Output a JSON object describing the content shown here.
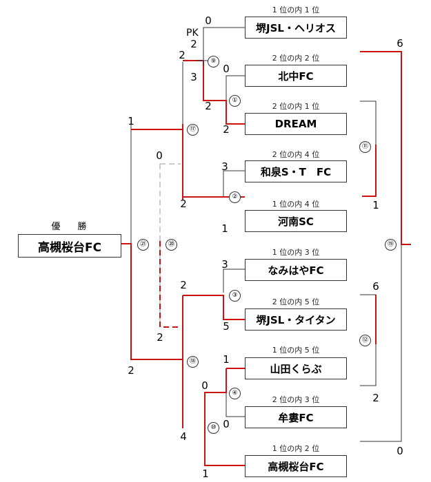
{
  "champion": {
    "label": "優　勝",
    "team": "高槻桜台FC"
  },
  "teams": [
    {
      "seed": "1 位の内 1 位",
      "name": "堺JSL・ヘリオス"
    },
    {
      "seed": "2 位の内 2 位",
      "name": "北中FC"
    },
    {
      "seed": "2 位の内 1 位",
      "name": "DREAM"
    },
    {
      "seed": "2 位の内 4 位",
      "name": "和泉S・T　FC"
    },
    {
      "seed": "1 位の内 4 位",
      "name": "河南SC"
    },
    {
      "seed": "1 位の内 3 位",
      "name": "なみはやFC"
    },
    {
      "seed": "2 位の内 5 位",
      "name": "堺JSL・タイタン"
    },
    {
      "seed": "1 位の内 5 位",
      "name": "山田くらぶ"
    },
    {
      "seed": "2 位の内 3 位",
      "name": "牟婁FC"
    },
    {
      "seed": "1 位の内 2 位",
      "name": "高槻桜台FC"
    }
  ],
  "pk_label": "PK",
  "scores": [
    "0",
    "2",
    "2",
    "3",
    "0",
    "2",
    "1",
    "2",
    "0",
    "3",
    "2",
    "1",
    "3",
    "2",
    "2",
    "5",
    "1",
    "0",
    "0",
    "4",
    "1",
    "2",
    "6",
    "1",
    "6",
    "2",
    "0"
  ],
  "match_numbers": [
    "①",
    "②",
    "③",
    "④",
    "⑨",
    "⑩",
    "⑪",
    "⑫",
    "⑰",
    "⑱",
    "⑲",
    "⑳",
    "㉑"
  ],
  "colors": {
    "win": "#cc1111",
    "line": "#333333",
    "dash": "#999999"
  }
}
